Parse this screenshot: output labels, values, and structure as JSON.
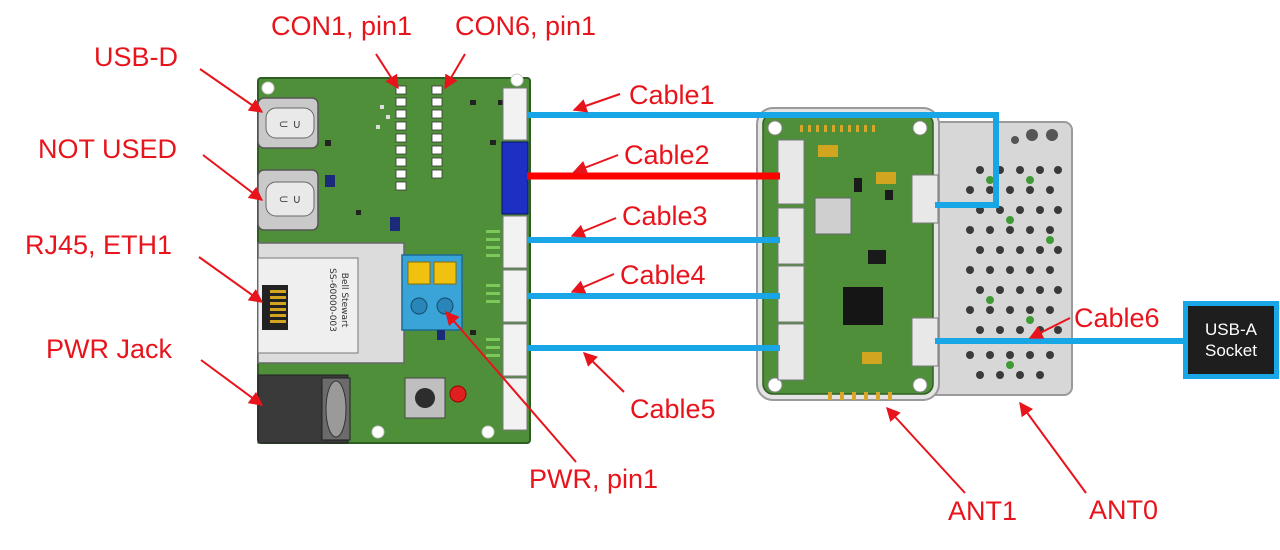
{
  "colors": {
    "label_red": "#e8141c",
    "cable_blue": "#19a6e6",
    "cable_red": "#ff0000",
    "pcb_green": "#4f8f3a",
    "metal_plate": "#d7d7d7",
    "dark_box": "#1e1e1e"
  },
  "labels": {
    "usb_d": "USB-D",
    "not_used": "NOT USED",
    "rj45": "RJ45, ETH1",
    "pwr_jack": "PWR Jack",
    "con1": "CON1, pin1",
    "con6": "CON6, pin1",
    "pwr_pin1": "PWR, pin1",
    "cable1": "Cable1",
    "cable2": "Cable2",
    "cable3": "Cable3",
    "cable4": "Cable4",
    "cable5": "Cable5",
    "cable6": "Cable6",
    "ant1": "ANT1",
    "ant0": "ANT0"
  },
  "usb_a_box": {
    "line1": "USB-A",
    "line2": "Socket"
  },
  "board_print": {
    "left_board_text_1": "Bell Stewart",
    "left_board_text_2": "SS-60000-003"
  }
}
